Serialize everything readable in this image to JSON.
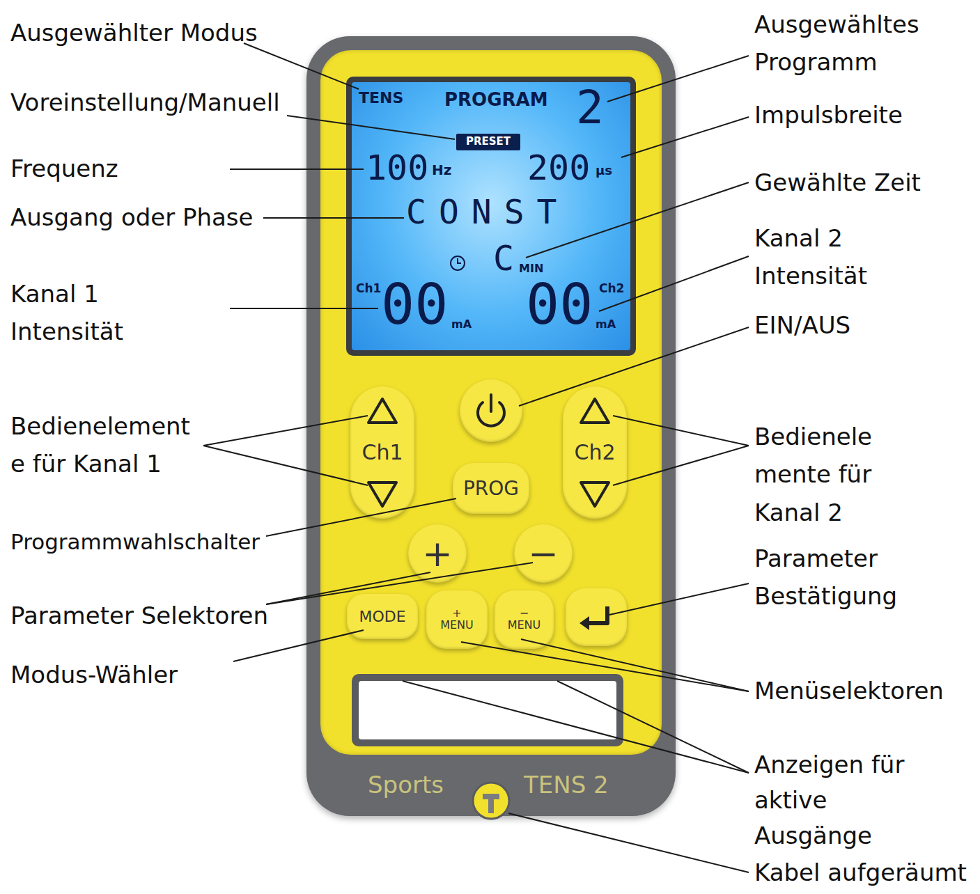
{
  "diagram": {
    "nodes": [
      {
        "text": [
          "Sports",
          "TENS 2"
        ]
      },
      {
        "text": [
          "TENS",
          "PROGRAM",
          "2",
          "100",
          "Hz",
          "200",
          "µs",
          "CONST",
          "C",
          "MIN",
          "Ch1",
          "00",
          "mA",
          "Ch2",
          "00",
          "mA"
        ],
        "in": 0
      },
      {
        "text": [
          "PRESET"
        ],
        "in": 1
      },
      {
        "text": [
          "Ch1"
        ],
        "in": 0
      },
      {
        "text": [
          "Ch2"
        ],
        "in": 0
      },
      {
        "text": [
          "PROG"
        ],
        "in": 0
      },
      {
        "text": [
          "+"
        ],
        "in": 0
      },
      {
        "text": [
          "−"
        ],
        "in": 0
      },
      {
        "text": [
          "MODE"
        ],
        "in": 0
      },
      {
        "text": [
          "+ MENU"
        ],
        "in": 0
      },
      {
        "text": [
          "− MENU"
        ],
        "in": 0
      }
    ],
    "labels": [
      "Ausgewählter Modus",
      "Voreinstellung/Manuell",
      "Frequenz",
      "Ausgang oder Phase",
      "Kanal 1 Intensität",
      "Bedienelement e für Kanal 1",
      "Programmwahlschalter",
      "Parameter Selektoren",
      "Modus-Wähler",
      "Ausgewähltes Programm",
      "Impulsbreite",
      "Gewählte Zeit",
      "Kanal 2 Intensität",
      "EIN/AUS",
      "Bedienele mente für Kanal 2",
      "Parameter Bestätigung",
      "Menüselektoren",
      "Anzeigen für aktive Ausgänge",
      "Kabel aufgeräumt"
    ]
  }
}
